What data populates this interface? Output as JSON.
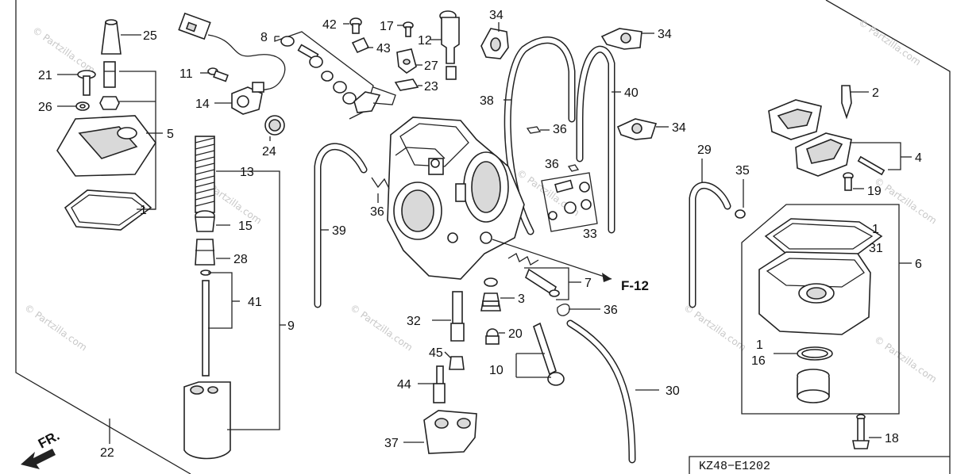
{
  "diagram": {
    "code": "KZ48−E1202",
    "ref_label": "F-12",
    "fr_label": "FR.",
    "watermark": "© Partzilla.com",
    "colors": {
      "line": "#222222",
      "background": "#ffffff",
      "watermark": "#c8c8c8"
    },
    "callouts": [
      {
        "id": "c25",
        "text": "25"
      },
      {
        "id": "c21",
        "text": "21"
      },
      {
        "id": "c26",
        "text": "26"
      },
      {
        "id": "c5",
        "text": "5"
      },
      {
        "id": "c1a",
        "text": "1"
      },
      {
        "id": "c11",
        "text": "11"
      },
      {
        "id": "c14",
        "text": "14"
      },
      {
        "id": "c24",
        "text": "24"
      },
      {
        "id": "c8",
        "text": "8"
      },
      {
        "id": "c42",
        "text": "42"
      },
      {
        "id": "c43",
        "text": "43"
      },
      {
        "id": "c17",
        "text": "17"
      },
      {
        "id": "c12",
        "text": "12"
      },
      {
        "id": "c27",
        "text": "27"
      },
      {
        "id": "c23",
        "text": "23"
      },
      {
        "id": "c34a",
        "text": "34"
      },
      {
        "id": "c34b",
        "text": "34"
      },
      {
        "id": "c34c",
        "text": "34"
      },
      {
        "id": "c38",
        "text": "38"
      },
      {
        "id": "c40",
        "text": "40"
      },
      {
        "id": "c36a",
        "text": "36"
      },
      {
        "id": "c36b",
        "text": "36"
      },
      {
        "id": "c36c",
        "text": "36"
      },
      {
        "id": "c36d",
        "text": "36"
      },
      {
        "id": "c13",
        "text": "13"
      },
      {
        "id": "c15",
        "text": "15"
      },
      {
        "id": "c28",
        "text": "28"
      },
      {
        "id": "c41",
        "text": "41"
      },
      {
        "id": "c9",
        "text": "9"
      },
      {
        "id": "c39",
        "text": "39"
      },
      {
        "id": "c33",
        "text": "33"
      },
      {
        "id": "c7",
        "text": "7"
      },
      {
        "id": "c3",
        "text": "3"
      },
      {
        "id": "c32",
        "text": "32"
      },
      {
        "id": "c20",
        "text": "20"
      },
      {
        "id": "c45",
        "text": "45"
      },
      {
        "id": "c10",
        "text": "10"
      },
      {
        "id": "c44",
        "text": "44"
      },
      {
        "id": "c37",
        "text": "37"
      },
      {
        "id": "c30",
        "text": "30"
      },
      {
        "id": "c29",
        "text": "29"
      },
      {
        "id": "c35",
        "text": "35"
      },
      {
        "id": "c2",
        "text": "2"
      },
      {
        "id": "c4",
        "text": "4"
      },
      {
        "id": "c19",
        "text": "19"
      },
      {
        "id": "c1b",
        "text": "1"
      },
      {
        "id": "c31",
        "text": "31"
      },
      {
        "id": "c6",
        "text": "6"
      },
      {
        "id": "c1c",
        "text": "1"
      },
      {
        "id": "c16",
        "text": "16"
      },
      {
        "id": "c18",
        "text": "18"
      },
      {
        "id": "c22",
        "text": "22"
      }
    ]
  }
}
